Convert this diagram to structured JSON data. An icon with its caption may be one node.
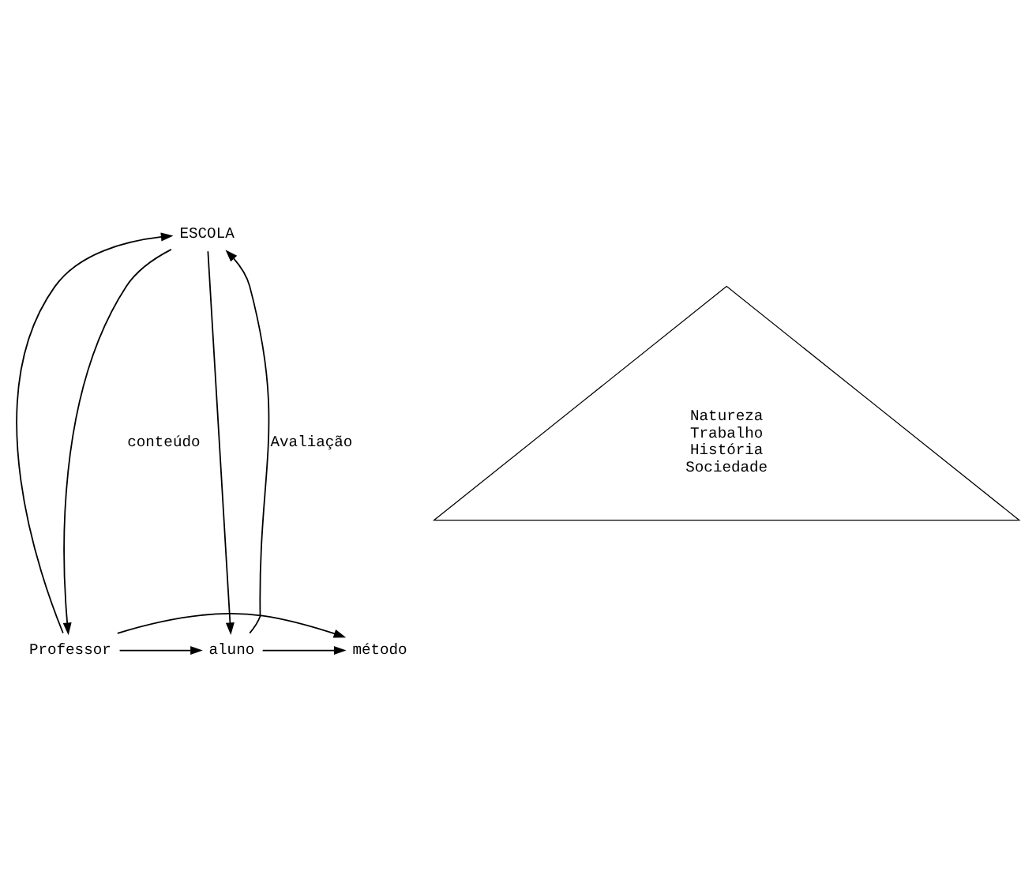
{
  "diagram": {
    "nodes": [
      {
        "text": [
          "ESCOLA"
        ]
      },
      {
        "text": [
          "Natureza Trabalho História Sociedade"
        ]
      },
      {
        "text": [
          "Professor"
        ]
      },
      {
        "text": [
          "método"
        ]
      },
      {
        "text": [
          "aluno"
        ]
      }
    ],
    "edges": [
      {
        "from": 0,
        "to": 2,
        "arrow": "to",
        "label": "conteúdo"
      },
      {
        "from": 2,
        "to": 0,
        "arrow": "to"
      },
      {
        "from": 0,
        "to": 4,
        "arrow": "to"
      },
      {
        "from": 4,
        "to": 0,
        "arrow": "to",
        "label": "Avaliação"
      },
      {
        "from": 2,
        "to": 3,
        "arrow": "to"
      },
      {
        "from": 4,
        "to": 3,
        "arrow": "to"
      },
      {
        "from": 2,
        "to": 4,
        "arrow": "to"
      }
    ]
  }
}
